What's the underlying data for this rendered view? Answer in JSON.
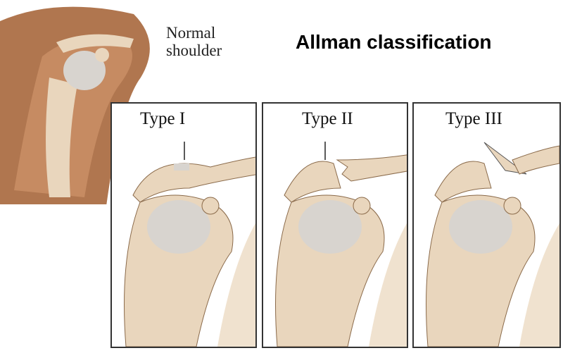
{
  "title": "Allman classification",
  "normal_label": [
    "Normal",
    "shoulder"
  ],
  "panels": [
    {
      "label": "Type I"
    },
    {
      "label": "Type II"
    },
    {
      "label": "Type III"
    }
  ],
  "colors": {
    "skin": "#b0764f",
    "bone": "#e9d6bd",
    "cartilage": "#d8d4cf",
    "border": "#333333"
  }
}
